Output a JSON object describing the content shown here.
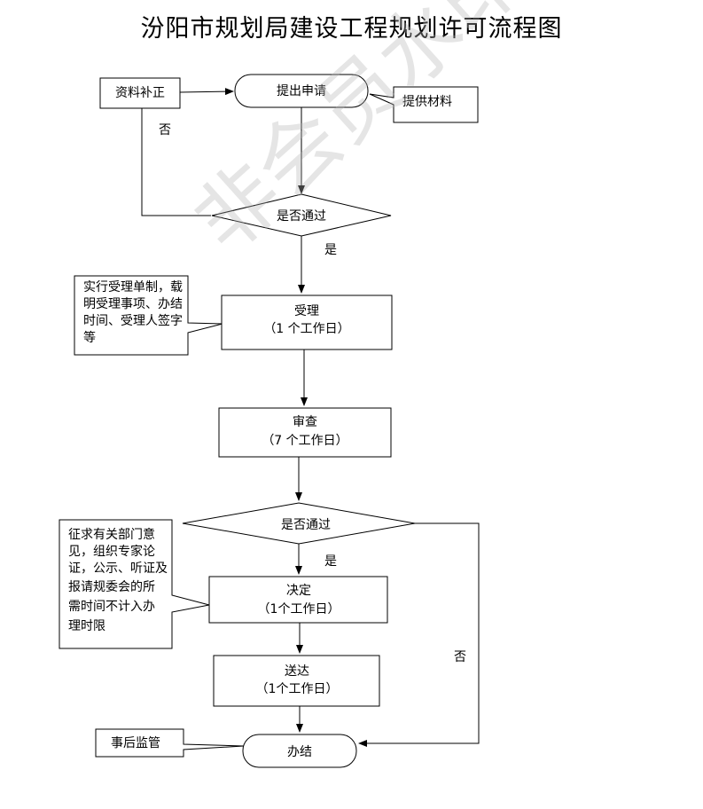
{
  "title": "汾阳市规划局建设工程规划许可流程图",
  "watermark": "非会员水印",
  "nodes": {
    "supplement": "资料补正",
    "apply": "提出申请",
    "materials": "提供材料",
    "check1": "是否通过",
    "accept_title": "受理",
    "accept_days": "（1 个工作日）",
    "review_title": "审查",
    "review_days": "（7 个工作日）",
    "check2": "是否通过",
    "decide_title": "决定",
    "decide_days": "（1个工作日）",
    "deliver_title": "送达",
    "deliver_days": "（1个工作日）",
    "finish": "办结",
    "supervise": "事后监管"
  },
  "edge_labels": {
    "no1": "否",
    "yes1": "是",
    "yes2": "是",
    "no2": "否"
  },
  "notes": {
    "accept_note": [
      "实行受理单制，载",
      "明受理事项、办结",
      "时间、受理人签字",
      "等"
    ],
    "decide_note": [
      "征求有关部门意",
      "见，组织专家论",
      "证，公示、听证及",
      "报请规委会的所",
      "需时间不计入办",
      "理时限"
    ]
  }
}
